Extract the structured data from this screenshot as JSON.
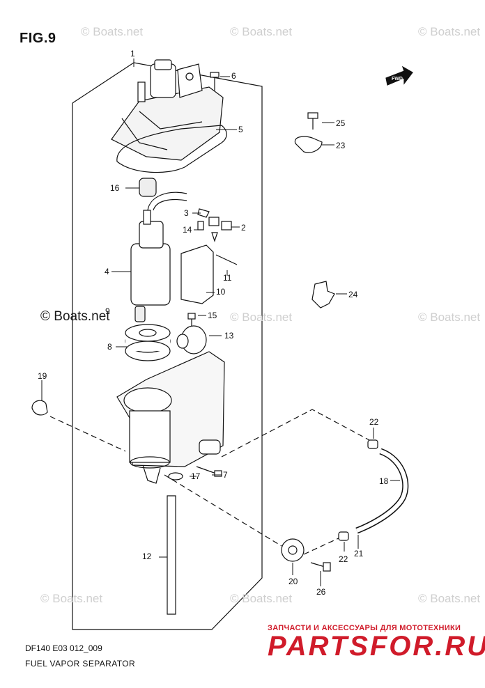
{
  "figure": {
    "title": "FIG.9",
    "code": "DF140 E03 012_009",
    "name": "FUEL VAPOR SEPARATOR",
    "fwd_label": "FWD"
  },
  "watermarks": {
    "text": "© Boats.net"
  },
  "callouts": [
    "1",
    "2",
    "3",
    "4",
    "5",
    "6",
    "7",
    "8",
    "9",
    "10",
    "11",
    "12",
    "13",
    "14",
    "15",
    "16",
    "17",
    "18",
    "19",
    "20",
    "21",
    "22",
    "22",
    "23",
    "24",
    "25",
    "26"
  ],
  "brand": {
    "subtitle": "ЗАПЧАСТИ И АКСЕССУАРЫ ДЛЯ МОТОТЕХНИКИ",
    "name": "PARTSFOR.RU",
    "color": "#d01b2a"
  }
}
